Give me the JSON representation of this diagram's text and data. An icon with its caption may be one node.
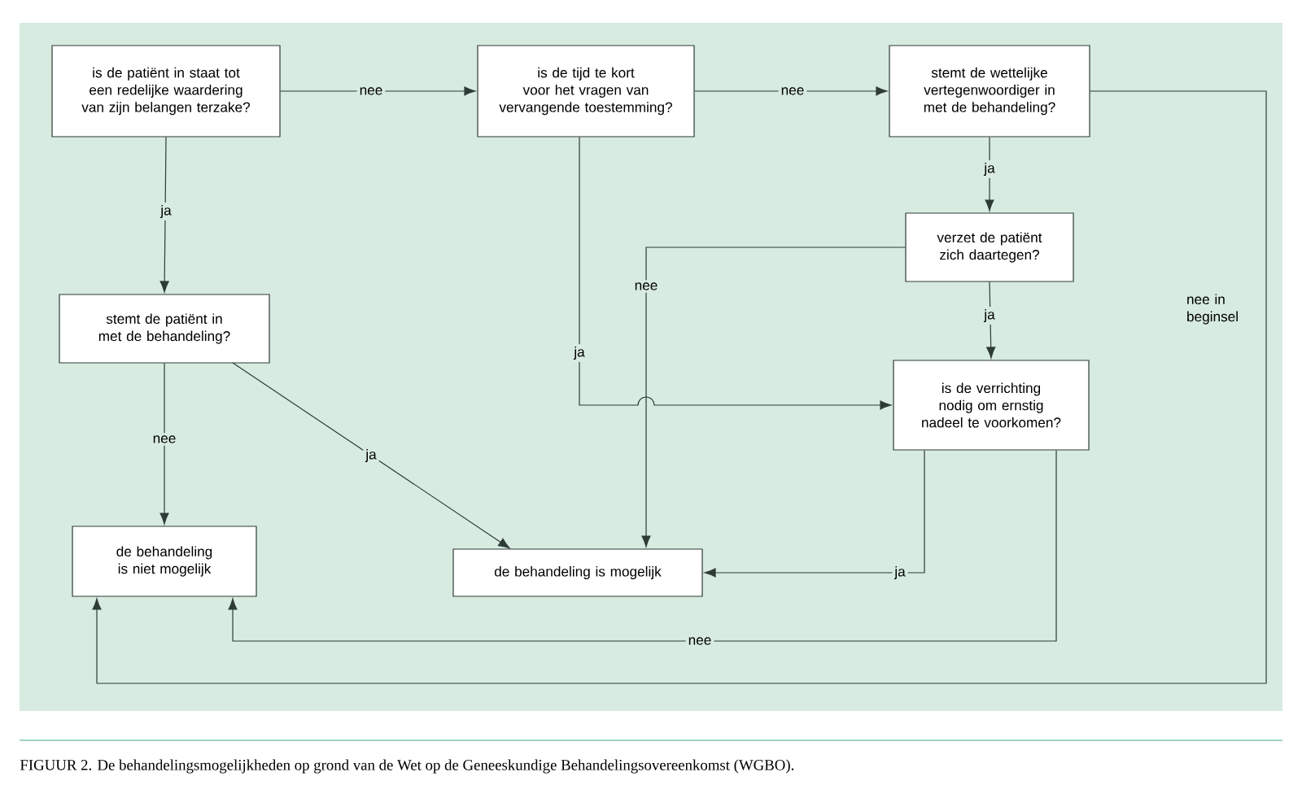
{
  "diagram": {
    "caption": "FIGUUR 2. De behandelingsmogelijkheden op grond van de Wet op de Geneeskundige Behandelingsovereenkomst (WGBO).",
    "nodes": [
      {
        "text": [
          "is de patiënt in staat tot een redelijke waardering van zijn belangen terzake?"
        ]
      },
      {
        "text": [
          "is de tijd te kort voor het vragen van vervangende toestemming?"
        ]
      },
      {
        "text": [
          "stemt de wettelijke vertegenwoordiger in met de behandeling?"
        ]
      },
      {
        "text": [
          "verzet de patiënt zich daartegen?"
        ]
      },
      {
        "text": [
          "stemt de patiënt in met de behandeling?"
        ]
      },
      {
        "text": [
          "is de verrichting nodig om ernstig nadeel te voorkomen?"
        ]
      },
      {
        "text": [
          "de behandeling is niet mogelijk"
        ]
      },
      {
        "text": [
          "de behandeling is mogelijk"
        ]
      }
    ],
    "edges": [
      {
        "from": 0,
        "to": 1,
        "arrow": "to",
        "label": "nee"
      },
      {
        "from": 0,
        "to": 4,
        "arrow": "to",
        "label": "ja"
      },
      {
        "from": 1,
        "to": 2,
        "arrow": "to",
        "label": "nee"
      },
      {
        "from": 2,
        "to": 3,
        "arrow": "to",
        "label": "ja"
      },
      {
        "from": 2,
        "to": 6,
        "arrow": "to",
        "label": "nee in beginsel"
      },
      {
        "from": 1,
        "to": 5,
        "arrow": "to",
        "label": "ja"
      },
      {
        "from": 3,
        "to": 7,
        "arrow": "to",
        "label": "nee"
      },
      {
        "from": 3,
        "to": 5,
        "arrow": "to",
        "label": "ja"
      },
      {
        "from": 4,
        "to": 6,
        "arrow": "to",
        "label": "nee"
      },
      {
        "from": 4,
        "to": 7,
        "arrow": "to",
        "label": "ja"
      },
      {
        "from": 5,
        "to": 7,
        "arrow": "to",
        "label": "ja"
      },
      {
        "from": 5,
        "to": 6,
        "arrow": "to",
        "label": "nee"
      }
    ]
  }
}
